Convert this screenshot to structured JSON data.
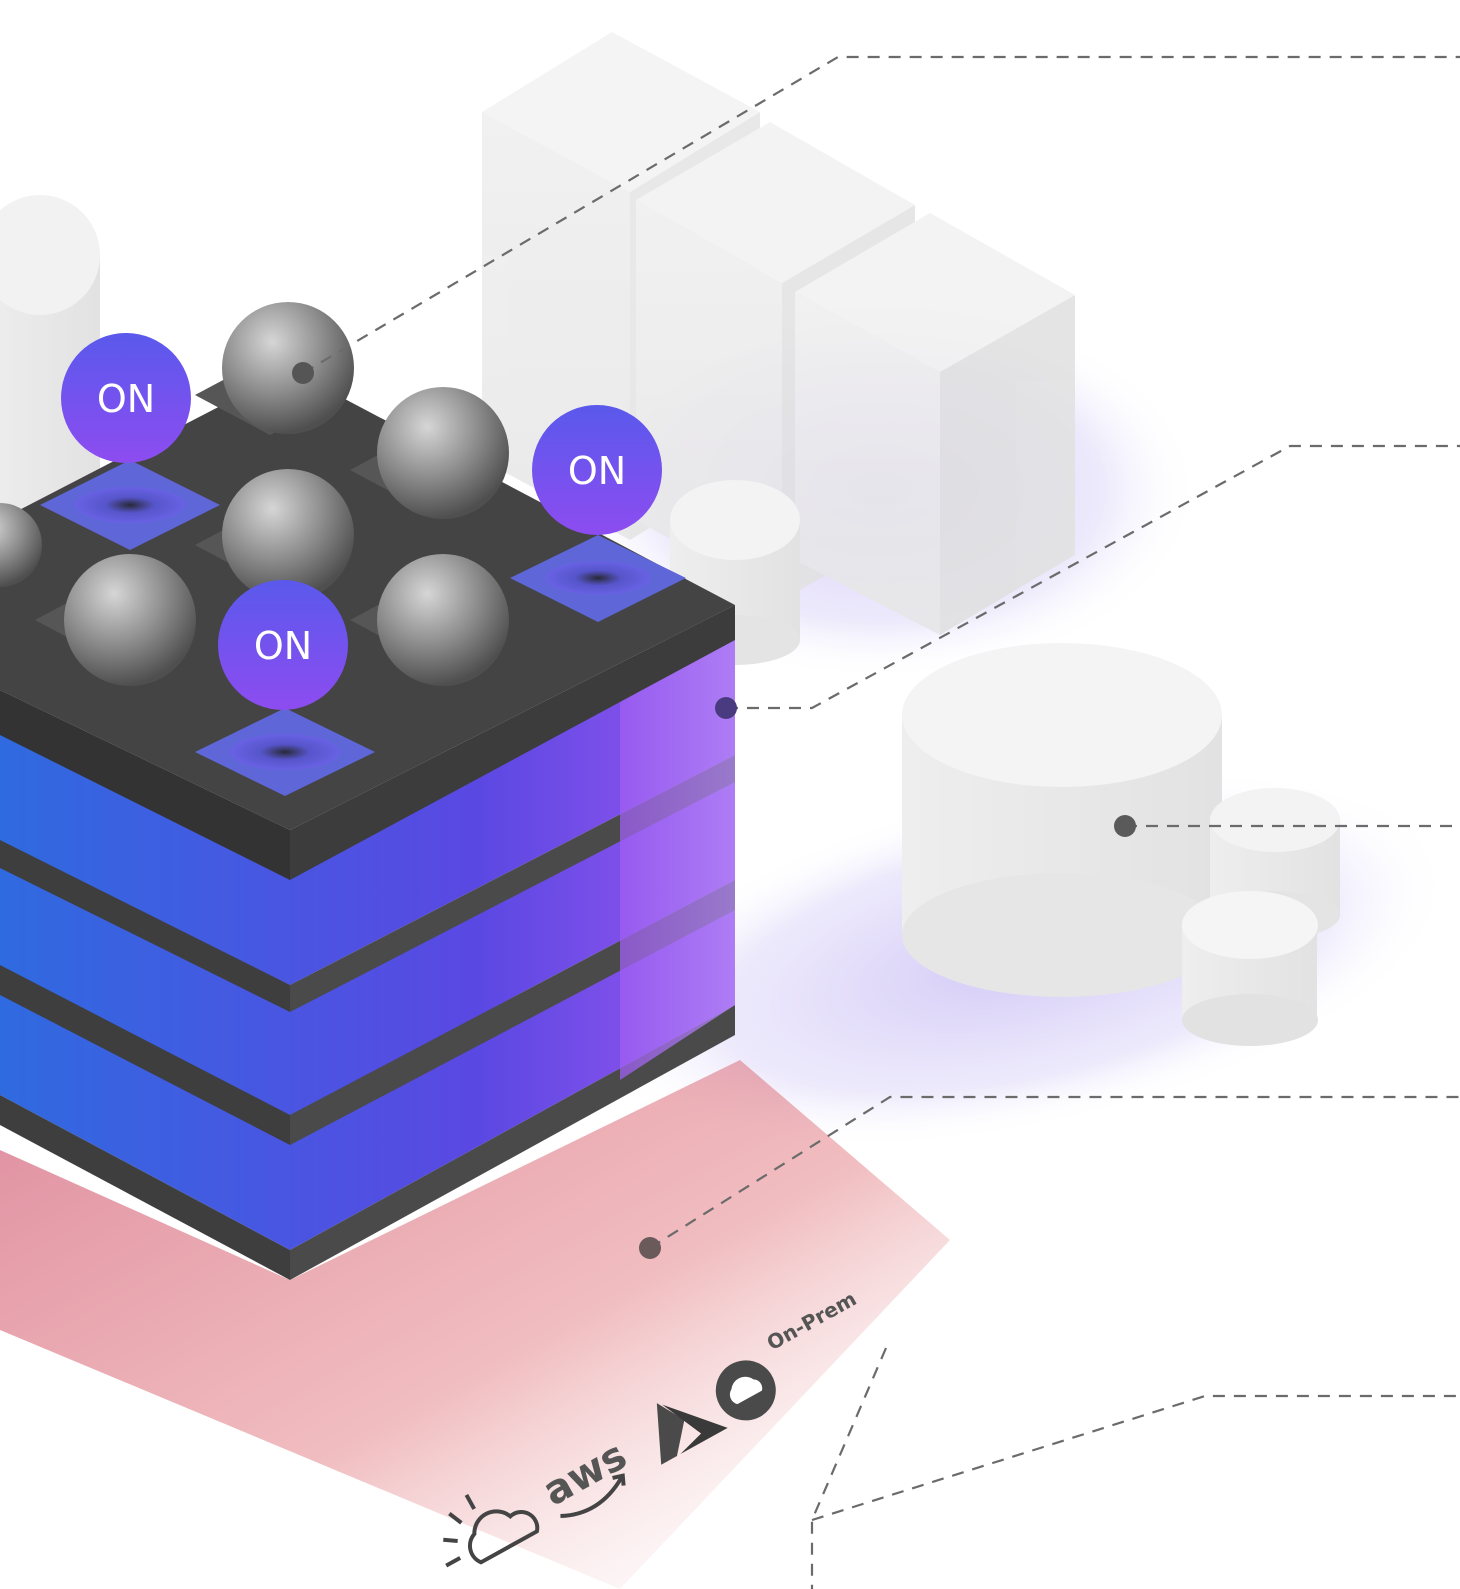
{
  "colors": {
    "layer_blue": "#3d5fe0",
    "layer_violet": "#8a4df0",
    "slab_dark": "#4a4a4a",
    "sphere_grey": "#8f8f8f",
    "on_node": "#6a55ee",
    "glow_red": "#e06070",
    "glow_lavender": "#c9c0f2",
    "connector": "#6b6b6b",
    "ghost_block": "#ececec"
  },
  "nodes": {
    "on_label": "ON"
  },
  "providers": {
    "on_prem_label": "On-Prem",
    "aws_label": "aws",
    "icons": [
      "ibm-cloud-icon",
      "aws-icon",
      "azure-icon",
      "on-prem-cloud-icon"
    ]
  }
}
